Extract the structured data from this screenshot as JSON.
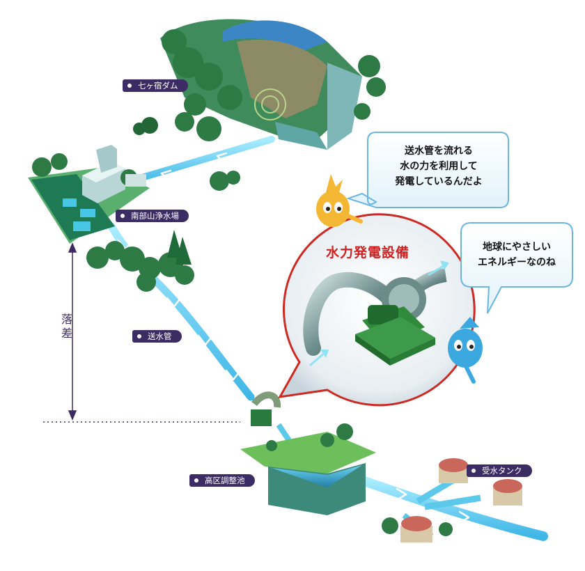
{
  "labels": {
    "dam": "七ヶ宿ダム",
    "purification_plant": "南部山浄水場",
    "water_pipe": "送水管",
    "regulating_pond": "高区調整池",
    "receiving_tank": "受水タンク",
    "head_drop": "落差"
  },
  "facility": {
    "title": "水力発電設備"
  },
  "bubbles": {
    "left_line1": "送水管を流れる",
    "left_line2": "水の力を利用して",
    "left_line3": "発電しているんだよ",
    "right_line1": "地球にやさしい",
    "right_line2": "エネルギーなのね"
  },
  "colors": {
    "label_bg": "#3b2d63",
    "title_red": "#d21f1f",
    "circle_border": "#cc2a22",
    "water": "#5cc8ea",
    "forest": "#2f8a4c",
    "bubble_border": "#6ab6e0"
  }
}
